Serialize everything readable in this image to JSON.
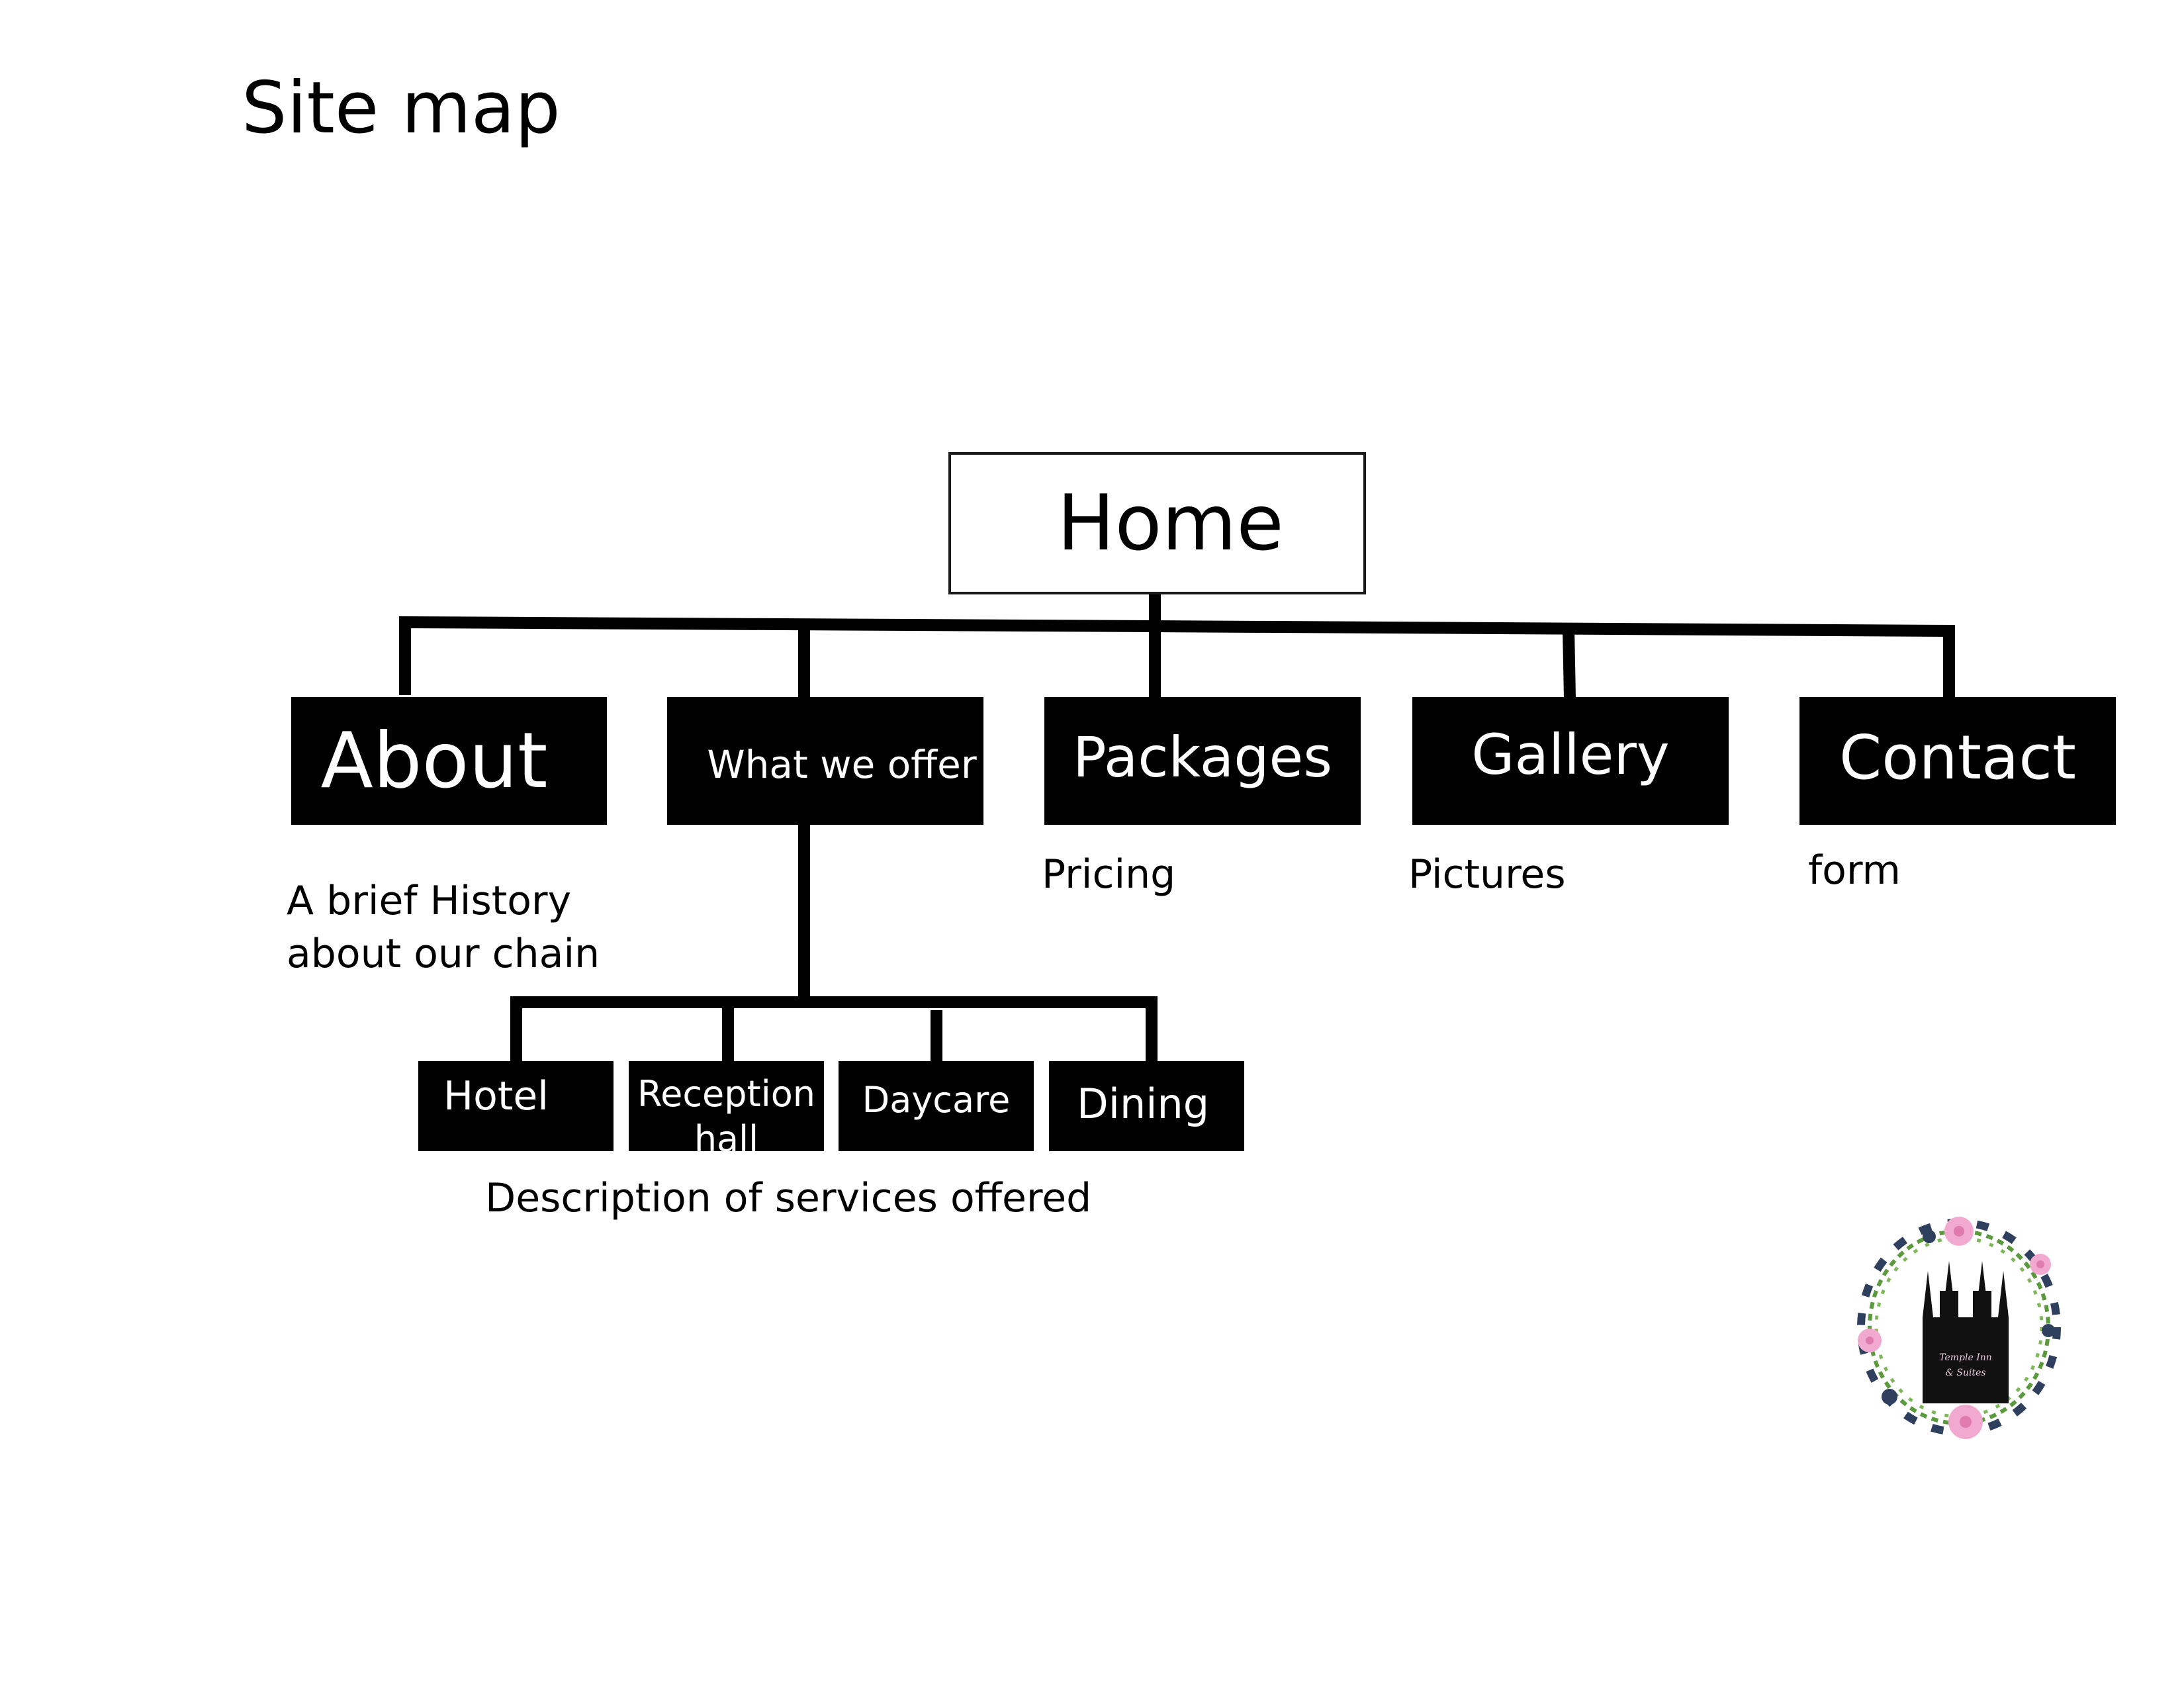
{
  "title": "Site map",
  "root": {
    "label": "Home"
  },
  "sections": [
    {
      "id": "about",
      "label": "About",
      "note": "A brief History\nabout our chain"
    },
    {
      "id": "offer",
      "label": "What we offer",
      "note": ""
    },
    {
      "id": "packages",
      "label": "Packages",
      "note": "Pricing"
    },
    {
      "id": "gallery",
      "label": "Gallery",
      "note": "Pictures"
    },
    {
      "id": "contact",
      "label": "Contact",
      "note": "form"
    }
  ],
  "offer_children": [
    {
      "label": "Hotel"
    },
    {
      "label": "Reception\nhall"
    },
    {
      "label": "Daycare"
    },
    {
      "label": "Dining"
    }
  ],
  "offer_children_note": "Description of services offered",
  "logo": {
    "text_line1": "Temple Inn",
    "text_line2": "& Suites",
    "colors": {
      "leaves_dark": "#2f3f5e",
      "leaves_green": "#5a9a3c",
      "flower": "#f2a9cf",
      "temple": "#111111"
    }
  },
  "colors": {
    "box_fill": "#000000",
    "box_text": "#ffffff",
    "line": "#000000"
  }
}
